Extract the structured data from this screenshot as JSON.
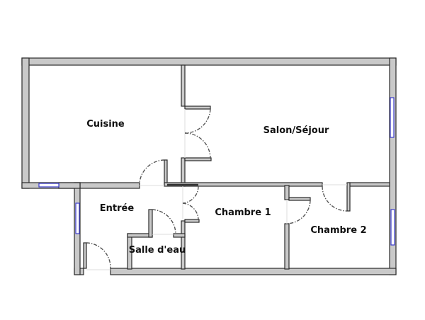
{
  "rooms": {
    "cuisine": "Cuisine",
    "salon": "Salon/Séjour",
    "entree": "Entrée",
    "salle_eau": "Salle d'eau",
    "chambre1": "Chambre 1",
    "chambre2": "Chambre 2"
  },
  "colors": {
    "wall": "#c9c9c9",
    "window": "#3a3acc"
  }
}
